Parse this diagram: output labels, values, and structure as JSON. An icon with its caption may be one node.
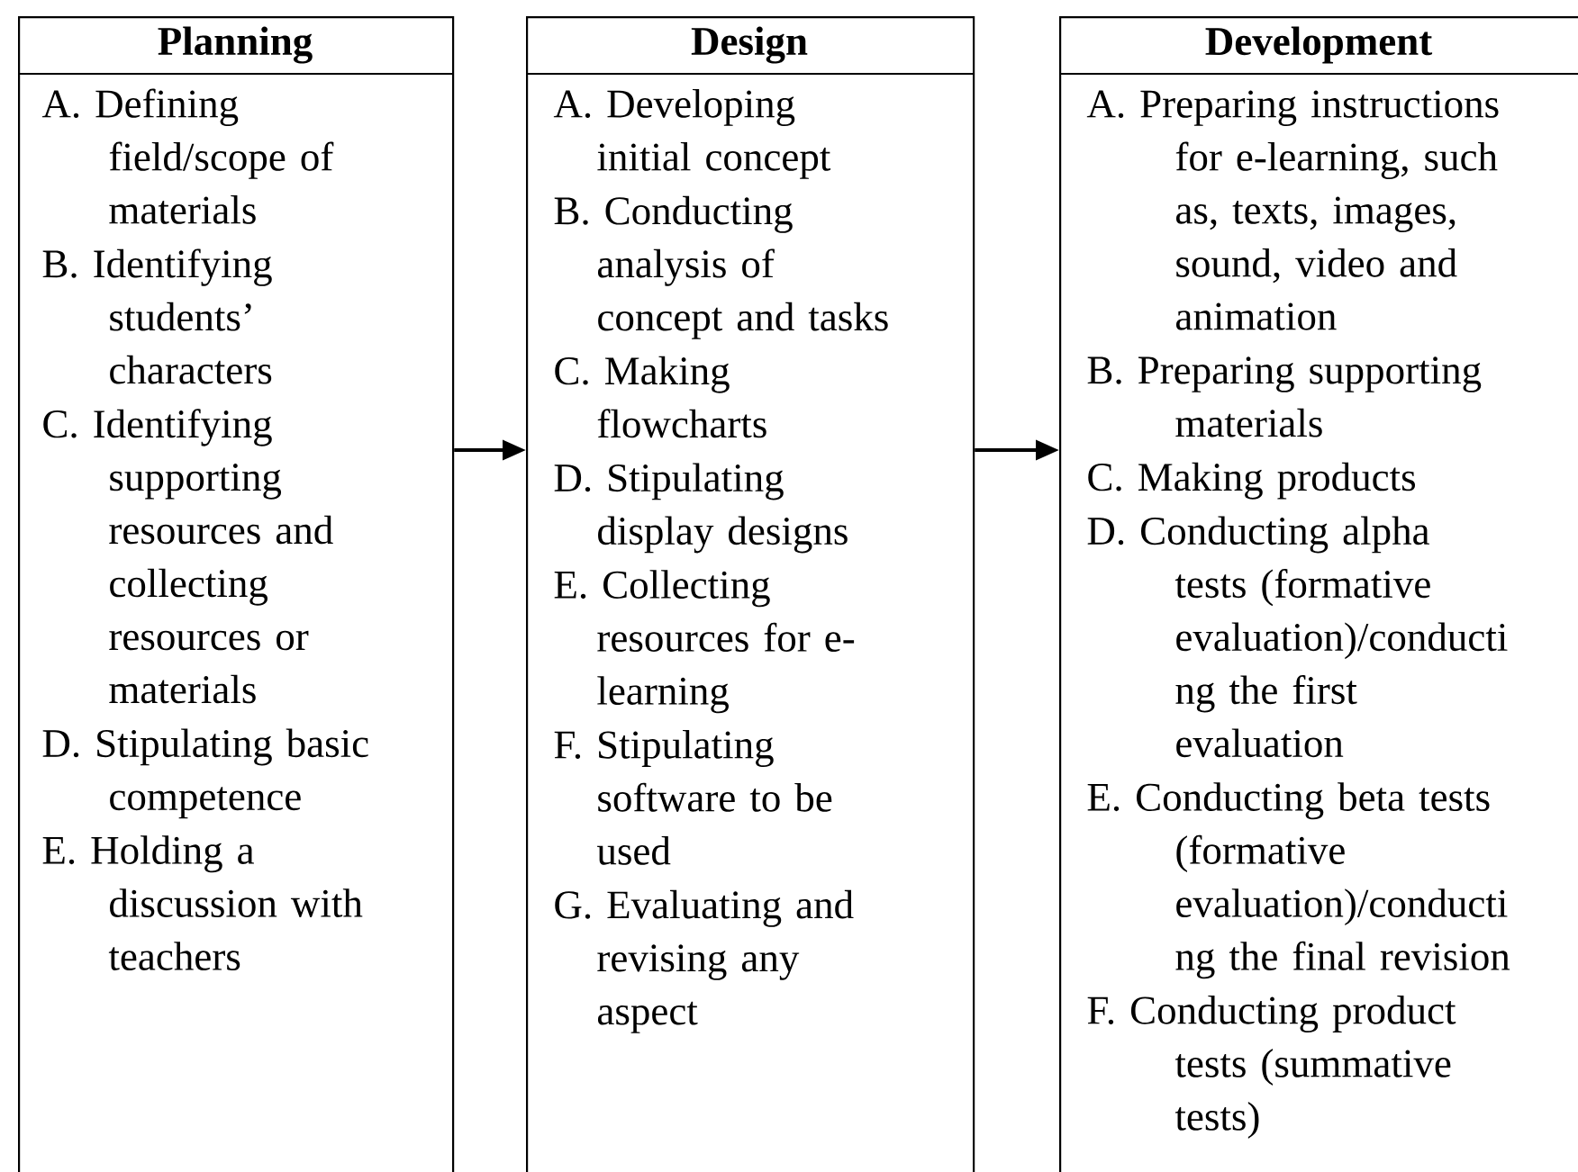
{
  "diagram": {
    "nodes": [
      {
        "text": [
          "Planning",
          "A. Defining field/scope of materials",
          "B. Identifying students’ characters",
          "C. Identifying supporting resources and collecting resources or materials",
          "D. Stipulating basic competence",
          "E. Holding a discussion with teachers"
        ]
      },
      {
        "text": [
          "Design",
          "A. Developing initial concept",
          "B. Conducting analysis of concept and tasks",
          "C. Making flowcharts",
          "D. Stipulating display designs",
          "E. Collecting resources for e- learning",
          "F. Stipulating software to be used",
          "G. Evaluating and revising any aspect"
        ]
      },
      {
        "text": [
          "Development",
          "A. Preparing instructions for e-learning, such as, texts, images, sound, video and animation",
          "B. Preparing supporting materials",
          "C. Making products",
          "D. Conducting alpha tests (formative evaluation)/conducti ng the first evaluation",
          "E. Conducting beta tests (formative evaluation)/conducti ng the final revision",
          "F. Conducting product tests (summative tests)"
        ]
      }
    ],
    "edges": [
      {
        "from": 0,
        "to": 1,
        "arrow": "to"
      },
      {
        "from": 1,
        "to": 2,
        "arrow": "to"
      }
    ]
  }
}
